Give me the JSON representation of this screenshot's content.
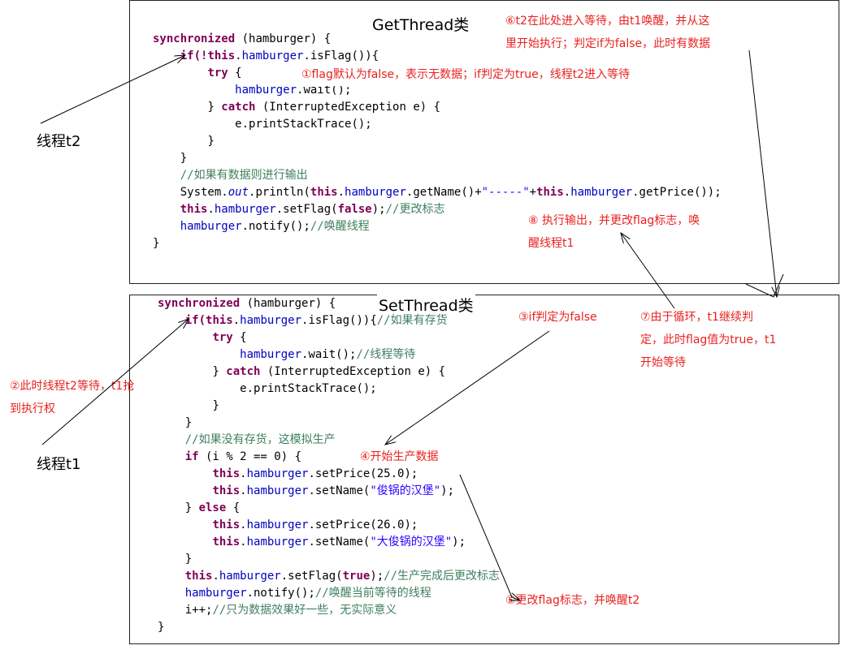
{
  "get_title": "GetThread类",
  "set_title": "SetThread类",
  "thread_t2": "线程t2",
  "thread_t1": "线程t1",
  "get_code": {
    "l1_kw": "synchronized",
    "l1_rest": " (hamburger) {",
    "l2_a": "if(!",
    "l2_this": "this",
    "l2_dot": ".",
    "l2_field": "hamburger",
    "l2_end": ".isFlag()){",
    "l3_kw": "try",
    "l3_rest": " {",
    "l4_field": "hamburger",
    "l4_rest": ".wait();",
    "l5_a": "} ",
    "l5_kw": "catch",
    "l5_rest": " (InterruptedException e) {",
    "l6": "e.printStackTrace();",
    "l7": "}",
    "l8": "}",
    "l9_comment": "//如果有数据则进行输出",
    "l10_a": "System.",
    "l10_out": "out",
    "l10_b": ".println(",
    "l10_this1": "this",
    "l10_dot1": ".",
    "l10_field1": "hamburger",
    "l10_c": ".getName()+",
    "l10_str": "\"-----\"",
    "l10_plus": "+",
    "l10_this2": "this",
    "l10_dot2": ".",
    "l10_field2": "hamburger",
    "l10_d": ".getPrice());",
    "l11_this": "this",
    "l11_dot": ".",
    "l11_field": "hamburger",
    "l11_a": ".setFlag(",
    "l11_false": "false",
    "l11_b": ");",
    "l11_comment": "//更改标志",
    "l12_field": "hamburger",
    "l12_a": ".notify();",
    "l12_comment": "//唤醒线程",
    "l13": "}"
  },
  "set_code": {
    "l1_kw": "synchronized",
    "l1_rest": " (hamburger) {",
    "l2_a": "if(",
    "l2_this": "this",
    "l2_dot": ".",
    "l2_field": "hamburger",
    "l2_end": ".isFlag()){",
    "l2_comment": "//如果有存货",
    "l3_kw": "try",
    "l3_rest": " {",
    "l4_field": "hamburger",
    "l4_rest": ".wait();",
    "l4_comment": "//线程等待",
    "l5_a": "} ",
    "l5_kw": "catch",
    "l5_rest": " (InterruptedException e) {",
    "l6": "e.printStackTrace();",
    "l7": "}",
    "l8": "}",
    "l9_comment": "//如果没有存货，这模拟生产",
    "l10_kw": "if",
    "l10_rest": " (i % 2 == 0) {",
    "l11_this": "this",
    "l11_dot": ".",
    "l11_field": "hamburger",
    "l11_rest": ".setPrice(25.0);",
    "l12_this": "this",
    "l12_dot": ".",
    "l12_field": "hamburger",
    "l12_a": ".setName(",
    "l12_str": "\"俊锅的汉堡\"",
    "l12_b": ");",
    "l13_a": "} ",
    "l13_kw": "else",
    "l13_rest": " {",
    "l14_this": "this",
    "l14_dot": ".",
    "l14_field": "hamburger",
    "l14_rest": ".setPrice(26.0);",
    "l15_this": "this",
    "l15_dot": ".",
    "l15_field": "hamburger",
    "l15_a": ".setName(",
    "l15_str": "\"大俊锅的汉堡\"",
    "l15_b": ");",
    "l16": "}",
    "l17_this": "this",
    "l17_dot": ".",
    "l17_field": "hamburger",
    "l17_a": ".setFlag(",
    "l17_true": "true",
    "l17_b": ");",
    "l17_comment": "//生产完成后更改标志",
    "l18_field": "hamburger",
    "l18_a": ".notify();",
    "l18_comment": "//唤醒当前等待的线程",
    "l19_a": "i++;",
    "l19_comment": "//只为数据效果好一些，无实际意义",
    "l20": "}"
  },
  "notes": {
    "n1": "①flag默认为false，表示无数据；if判定为true，线程t2进入等待",
    "n2_a": "②此时线程t2等待，t1抢",
    "n2_b": "到执行权",
    "n3": "③if判定为false",
    "n4": "④开始生产数据",
    "n5": "⑤更改flag标志，并唤醒t2",
    "n6_a": "⑥t2在此处进入等待，由t1唤醒，并从这",
    "n6_b": "里开始执行；判定if为false，此时有数据",
    "n7_a": "⑦由于循环，t1继续判",
    "n7_b": "定，此时flag值为true，t1",
    "n7_c": "开始等待",
    "n8_a": "⑧ 执行输出，并更改flag标志，唤",
    "n8_b": "醒线程t1"
  },
  "colors": {
    "annotation": "#e8221f",
    "keyword": "#7f0055",
    "field": "#0000c0",
    "string": "#2a00ff",
    "comment": "#3f7f5f"
  }
}
